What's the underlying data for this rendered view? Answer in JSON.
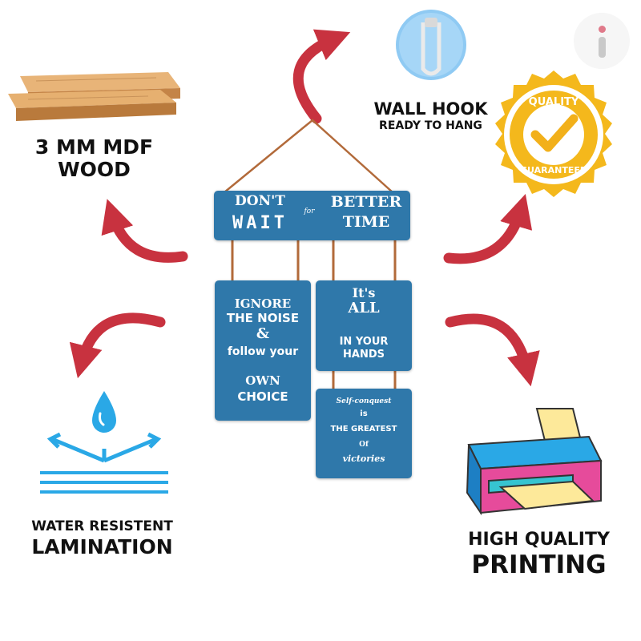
{
  "features": {
    "wood": {
      "line1": "3 MM MDF",
      "line2": "WOOD"
    },
    "hook": {
      "title": "WALL HOOK",
      "subtitle": "READY TO HANG"
    },
    "quality_badge": {
      "top": "QUALITY",
      "bottom": "GUARANTEED"
    },
    "water": {
      "line1": "WATER RESISTENT",
      "line2": "LAMINATION"
    },
    "printing": {
      "line1": "HIGH QUALITY",
      "line2": "PRINTING"
    }
  },
  "product": {
    "top_sign": {
      "left_top": "DON'T",
      "left_bottom": "WAIT",
      "middle": "for",
      "right_top": "BETTER",
      "right_bottom": "TIME"
    },
    "left_sign": {
      "l1": "IGNORE",
      "l2": "THE NOISE",
      "l3": "&",
      "l4": "follow your",
      "l5": "OWN",
      "l6": "CHOICE"
    },
    "right_top_sign": {
      "l1": "It's",
      "l2": "ALL",
      "l3": "IN YOUR",
      "l4": "HANDS"
    },
    "right_bottom_sign": {
      "l1": "Self-conquest",
      "l2": "is",
      "l3": "THE GREATEST",
      "l4": "Of",
      "l5": "victories"
    }
  },
  "colors": {
    "sign_blue": "#2f78aa",
    "arrow_red": "#c8323f",
    "badge_gold": "#f4b81c",
    "icon_blue": "#2aa8e6"
  }
}
